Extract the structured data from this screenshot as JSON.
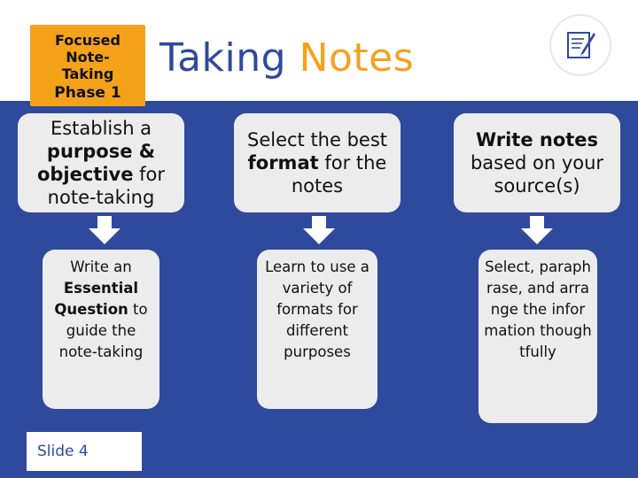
{
  "phase_label": {
    "line1": "Focused",
    "line2": "Note-",
    "line3": "Taking",
    "line4": "Phase 1"
  },
  "title": {
    "part1": "Taking ",
    "part2": "Notes"
  },
  "colors": {
    "blue": "#2f4a9c",
    "orange": "#f5a21b",
    "card_bg": "#ececec"
  },
  "icon": {
    "name": "notepad-pencil-icon"
  },
  "row1": [
    {
      "pre": "Establish a ",
      "bold": "purpose & objective",
      "post": " for note-taking"
    },
    {
      "pre": "Select the best ",
      "bold": "format",
      "post": " for the notes"
    },
    {
      "pre": "",
      "bold": "Write notes",
      "post": " based on your source(s)"
    }
  ],
  "row2": [
    {
      "pre": "Write an ",
      "bold": "Essential Question",
      "post": " to guide the note-taking"
    },
    {
      "pre": "Learn to use a variety of formats for different purposes",
      "bold": "",
      "post": ""
    },
    {
      "pre": "Select, paraphrase, and arrange the information thoughtfully",
      "bold": "",
      "post": ""
    }
  ],
  "footer": {
    "slide_label": "Slide 4"
  }
}
